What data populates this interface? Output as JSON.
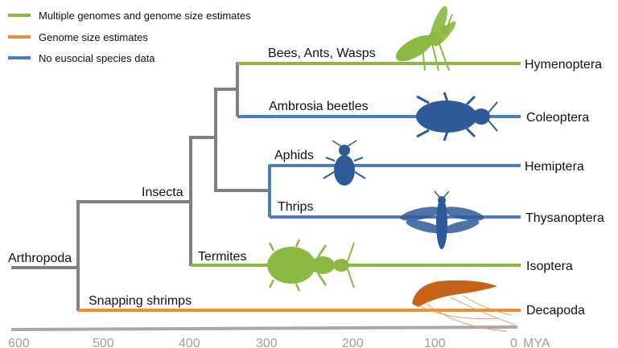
{
  "legend": [
    {
      "label": "Multiple genomes and genome size estimates",
      "color": "#8db842"
    },
    {
      "label": "Genome size estimates",
      "color": "#f08c32"
    },
    {
      "label": "No eusocial species data",
      "color": "#4a7cc0"
    }
  ],
  "colors": {
    "green": "#8db842",
    "orange": "#f08c32",
    "blue": "#4a7cc0",
    "gray": "#808080",
    "axis": "#a8a8a8"
  },
  "nodes": {
    "arthropoda": "Arthropoda",
    "insecta": "Insecta"
  },
  "clades": [
    {
      "taxon": "Hymenoptera",
      "common": "Bees, Ants, Wasps",
      "status": "green",
      "icon": "wasp-icon"
    },
    {
      "taxon": "Coleoptera",
      "common": "Ambrosia beetles",
      "status": "blue",
      "icon": "beetle-icon"
    },
    {
      "taxon": "Hemiptera",
      "common": "Aphids",
      "status": "blue",
      "icon": "aphid-icon"
    },
    {
      "taxon": "Thysanoptera",
      "common": "Thrips",
      "status": "blue",
      "icon": "thrips-icon"
    },
    {
      "taxon": "Isoptera",
      "common": "Termites",
      "status": "green",
      "icon": "termite-icon"
    },
    {
      "taxon": "Decapoda",
      "common": "Snapping shrimps",
      "status": "orange",
      "icon": "shrimp-icon"
    }
  ],
  "axis": {
    "ticks": [
      "600",
      "500",
      "400",
      "300",
      "200",
      "100",
      "0"
    ],
    "unit": "MYA"
  }
}
